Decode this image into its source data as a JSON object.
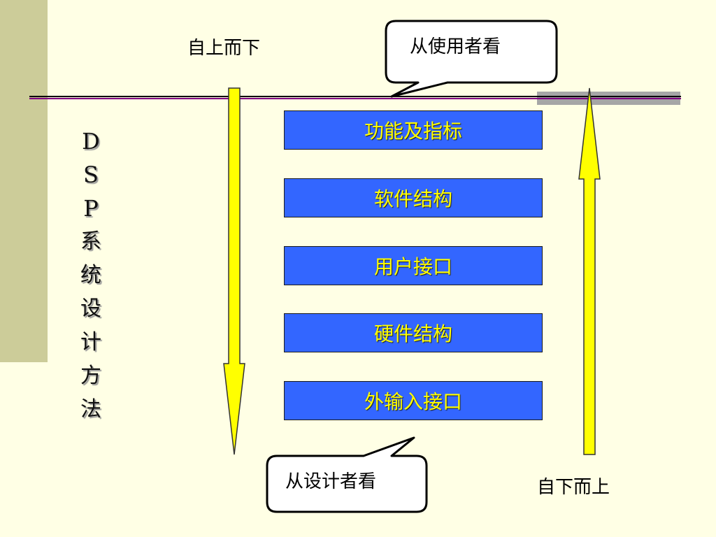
{
  "labels": {
    "top_down": "自上而下",
    "bottom_up": "自下而上"
  },
  "callouts": {
    "user_view": "从使用者看",
    "designer_view": "从设计者看"
  },
  "vertical_title": [
    "D",
    "S",
    "P",
    "系",
    "统",
    "设",
    "计",
    "方",
    "法"
  ],
  "layers": [
    "功能及指标",
    "软件结构",
    "用户接口",
    "硬件结构",
    "外输入接口"
  ],
  "colors": {
    "background": "#FFFFE5",
    "box_fill": "#3366FF",
    "box_text": "#FFFF00",
    "arrow_fill": "#FFFF00",
    "strip": "#CCCC99"
  }
}
